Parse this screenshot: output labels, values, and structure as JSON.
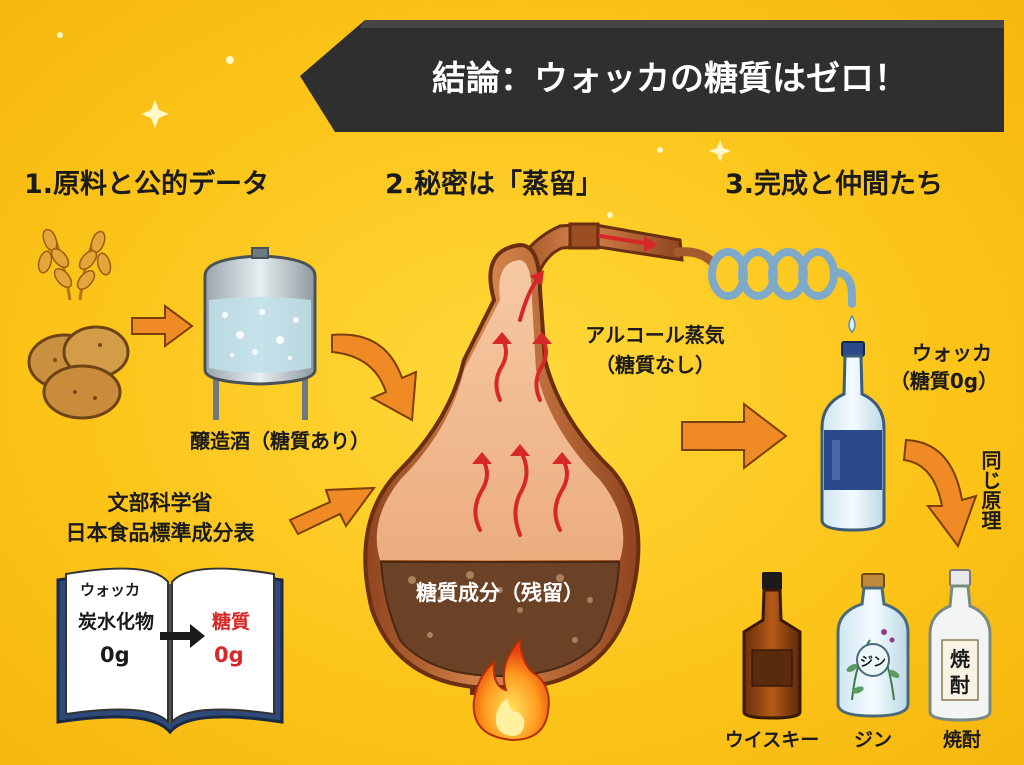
{
  "banner": {
    "title": "結論：ウォッカの糖質はゼロ！"
  },
  "sections": [
    {
      "heading": "1.原料と公的データ"
    },
    {
      "heading": "2.秘密は「蒸留」"
    },
    {
      "heading": "3.完成と仲間たち"
    }
  ],
  "labels": {
    "fermented": "醸造酒（糖質あり）",
    "mext_line1": "文部科学省",
    "mext_line2": "日本食品標準成分表",
    "vapor_line1": "アルコール蒸気",
    "vapor_line2": "（糖質なし）",
    "residue": "糖質成分（残留）",
    "vodka_line1": "ウォッカ",
    "vodka_line2": "（糖質0g）",
    "same_principle": "同じ原理"
  },
  "book": {
    "title": "ウォッカ",
    "carb_label": "炭水化物",
    "carb_value": "0g",
    "sugar_label": "糖質",
    "sugar_value": "0g"
  },
  "spirits": [
    {
      "name": "ウイスキー"
    },
    {
      "name": "ジン",
      "tag": "ジン"
    },
    {
      "name": "焼酎",
      "tag": "焼\n酎"
    }
  ],
  "colors": {
    "background": "#fcc419",
    "banner": "#2f2f2f",
    "arrow": "#f08a24",
    "copper": "#b8642e",
    "accent_red": "#d62828",
    "bottle_blue": "#2a4a8a"
  }
}
